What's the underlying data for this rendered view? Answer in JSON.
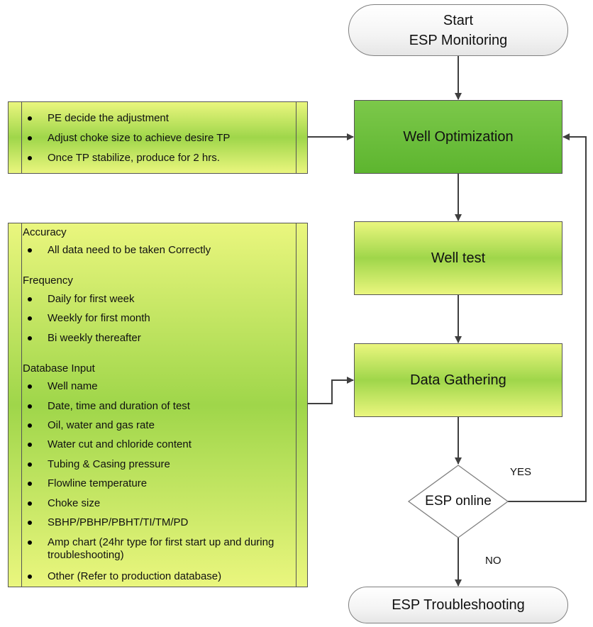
{
  "nodes": {
    "start": {
      "line1": "Start",
      "line2": "ESP Monitoring"
    },
    "well_optimization": "Well Optimization",
    "well_test": "Well test",
    "data_gathering": "Data Gathering",
    "esp_online": "ESP online",
    "esp_troubleshooting": "ESP Troubleshooting"
  },
  "edge_labels": {
    "yes": "YES",
    "no": "NO"
  },
  "note_optimization": {
    "bullets": [
      "PE decide the adjustment",
      "Adjust choke size to achieve desire TP",
      "Once TP stabilize, produce for 2 hrs."
    ]
  },
  "note_gathering": {
    "sections": [
      {
        "heading": "Accuracy",
        "bullets": [
          "All data need to be taken Correctly"
        ]
      },
      {
        "heading": "Frequency",
        "bullets": [
          "Daily for first week",
          "Weekly for first month",
          "Bi weekly thereafter"
        ]
      },
      {
        "heading": "Database Input",
        "bullets": [
          "Well name",
          "Date, time and duration of test",
          "Oil, water and gas rate",
          "Water cut and chloride content",
          "Tubing & Casing pressure",
          "Flowline temperature",
          "Choke size",
          "SBHP/PBHP/PBHT/TI/TM/PD",
          "Amp chart (24hr type for first start up and during troubleshooting)",
          "Other (Refer to production database)"
        ]
      }
    ]
  },
  "colors": {
    "dark_green": "#6abf3c",
    "light_green": "#eaf67e",
    "mid_green": "#9fd64a",
    "line": "#3f3f3f"
  }
}
